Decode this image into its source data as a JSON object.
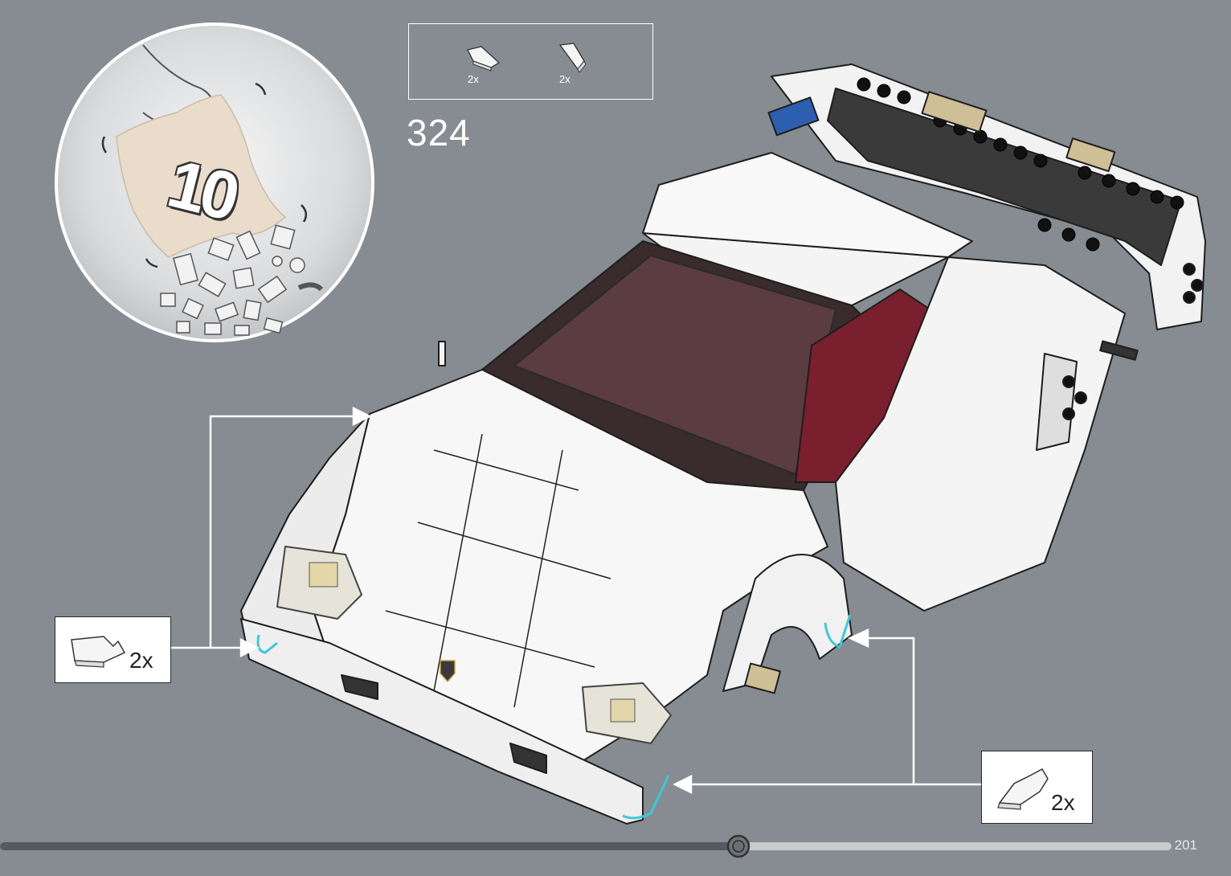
{
  "step": {
    "number": "324"
  },
  "parts_needed": [
    {
      "icon": "wedge-plate-left-icon",
      "qty": "2x"
    },
    {
      "icon": "wedge-plate-right-icon",
      "qty": "2x"
    }
  ],
  "bag": {
    "number": "10",
    "icon": "bag-open-icon"
  },
  "callouts": [
    {
      "icon": "curved-slope-brick-left-icon",
      "qty": "2x"
    },
    {
      "icon": "curved-slope-brick-right-icon",
      "qty": "2x"
    }
  ],
  "progress": {
    "fraction": 0.63
  },
  "page": {
    "number": "201"
  },
  "colors": {
    "background": "#868c91",
    "highlight": "#3fc7d6",
    "car": "#ffffff",
    "interior": "#6b2330"
  }
}
